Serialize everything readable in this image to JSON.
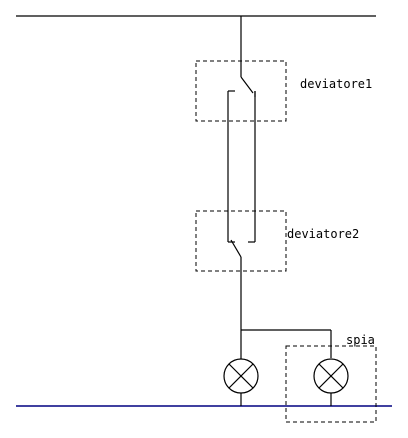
{
  "labels": {
    "switch_1": "deviatore1",
    "switch_2": "deviatore2",
    "indicator_lamp": "spia"
  },
  "colors": {
    "line": "#000000",
    "neutral": "#000080",
    "background": "#ffffff"
  },
  "icons": {
    "lamp": "lamp-icon"
  }
}
